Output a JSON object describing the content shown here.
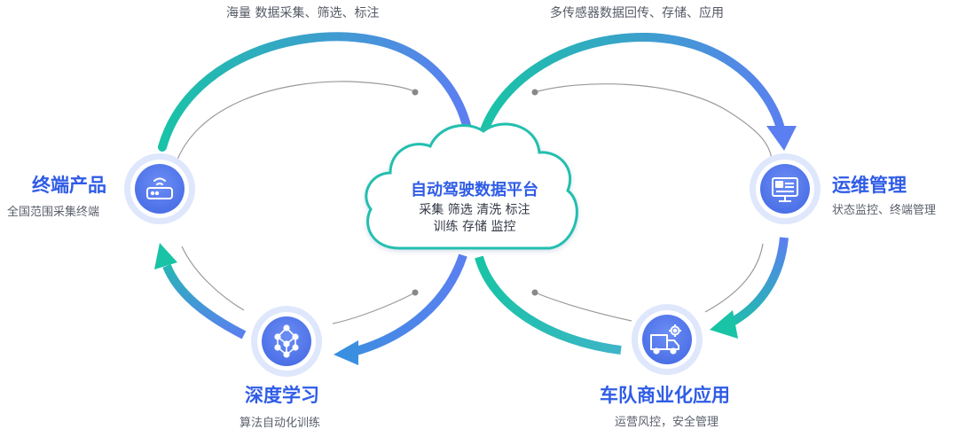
{
  "top_left_caption": "海量 数据采集、筛选、标注",
  "top_right_caption": "多传感器数据回传、存储、应用",
  "cloud": {
    "title": "自动驾驶数据平台",
    "line1": "采集 筛选 清洗 标注",
    "line2": "训练 存储 监控"
  },
  "nodes": {
    "terminal": {
      "title": "终端产品",
      "subtitle": "全国范围采集终端",
      "icon": "router-icon"
    },
    "ops": {
      "title": "运维管理",
      "subtitle": "状态监控、终端管理",
      "icon": "monitor-icon"
    },
    "fleet": {
      "title": "车队商业化应用",
      "subtitle": "运营风控，安全管理",
      "icon": "truck-gear-icon"
    },
    "learning": {
      "title": "深度学习",
      "subtitle": "算法自动化训练",
      "icon": "neural-network-icon"
    }
  },
  "colors": {
    "teal": "#19c3a6",
    "blue": "#5b7ff0",
    "title_blue": "#2f5ce6",
    "cloud_stroke": "#22bfae"
  }
}
